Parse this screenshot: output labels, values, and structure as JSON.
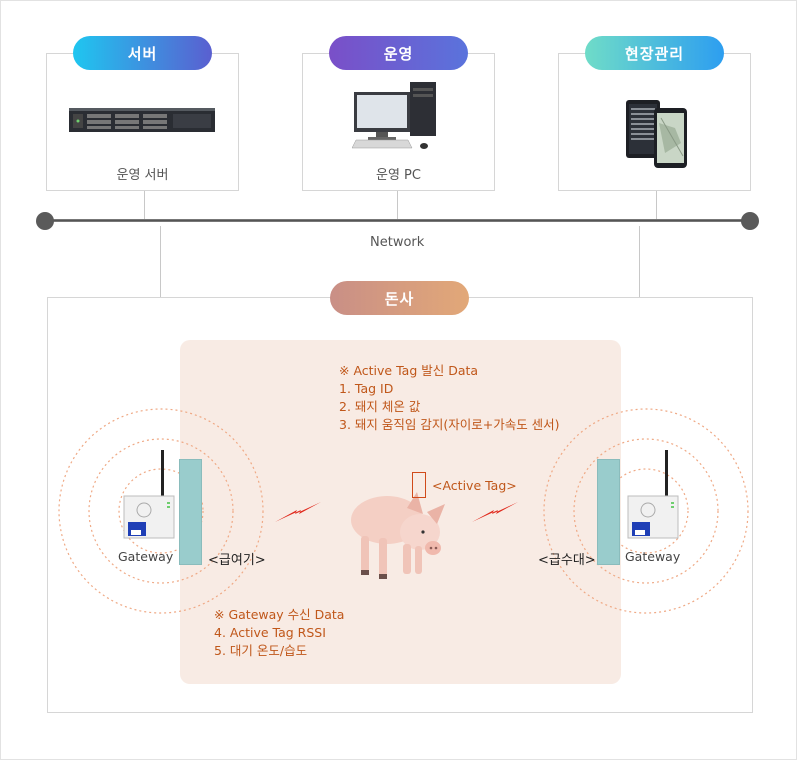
{
  "tiers": [
    {
      "pill": "서버",
      "caption": "운영 서버",
      "icon": "rack-server-icon"
    },
    {
      "pill": "운영",
      "caption": "운영 PC",
      "icon": "desktop-pc-icon"
    },
    {
      "pill": "현장관리",
      "caption": "",
      "icon": "mobile-devices-icon"
    }
  ],
  "network": {
    "label": "Network"
  },
  "farm": {
    "pill": "돈사",
    "tag_note": {
      "title": "※ Active Tag 발신 Data",
      "items": [
        "1. Tag ID",
        "2. 돼지 체온 값",
        "3. 돼지 움직임 감지(자이로+가속도 센서)"
      ]
    },
    "gateway_note": {
      "title": "※ Gateway 수신 Data",
      "items": [
        "4. Active Tag RSSI",
        "5. 대기 온도/습도"
      ]
    },
    "active_tag_label": "<Active Tag>",
    "feeder_left_label": "<급여기>",
    "feeder_right_label": "<급수대>",
    "gateway_left_label": "Gateway",
    "gateway_right_label": "Gateway",
    "icons": [
      "pig-image",
      "gateway-device-icon",
      "wireless-signal-icon"
    ]
  },
  "colors": {
    "pill_server": "#5a67d8",
    "pill_operation": "#6b5bd0",
    "pill_field": "#3fb0e6",
    "pill_farm": "#d59377",
    "note_orange": "#c0571a",
    "panel_bg": "#f8ebe4",
    "signal_red": "#e0291c",
    "feeder_teal": "#99cccc"
  }
}
